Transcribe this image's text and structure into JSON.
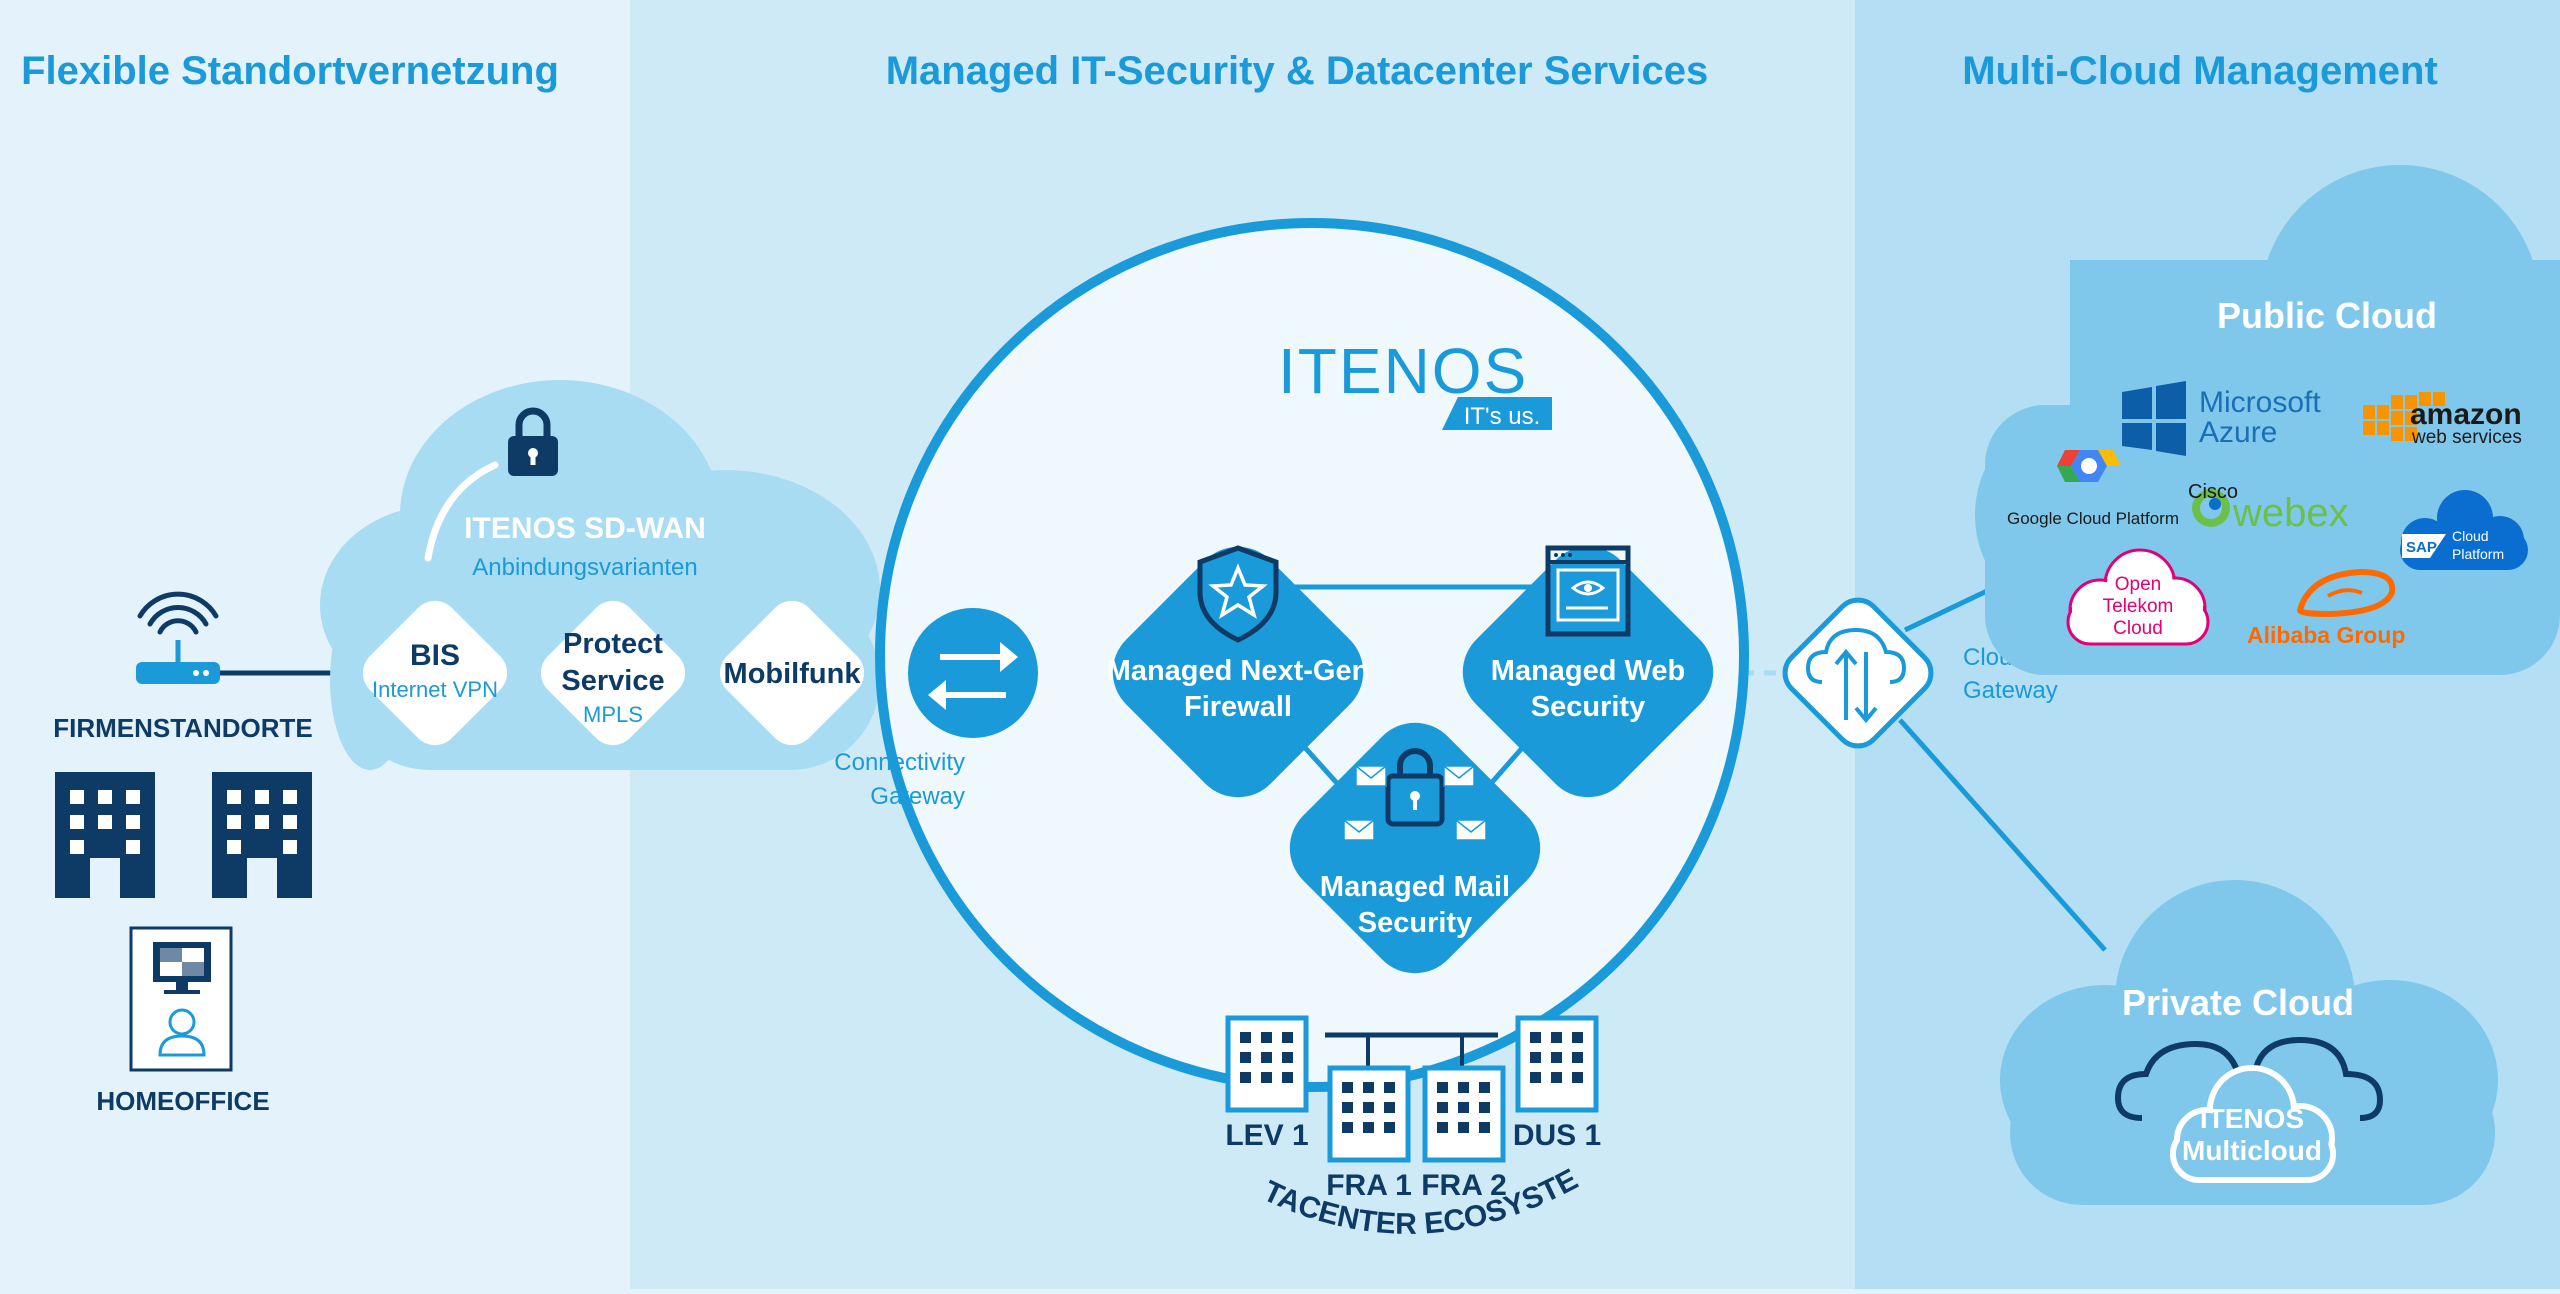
{
  "sections": {
    "left_title": "Flexible Standortvernetzung",
    "center_title": "Managed IT-Security & Datacenter Services",
    "right_title": "Multi-Cloud Management"
  },
  "sdwan": {
    "title": "ITENOS SD-WAN",
    "subtitle": "Anbindungsvarianten",
    "options": [
      {
        "title": "BIS",
        "subtitle": "Internet VPN"
      },
      {
        "title_line1": "Protect",
        "title_line2": "Service",
        "subtitle": "MPLS"
      },
      {
        "title": "Mobilfunk"
      }
    ]
  },
  "sites": {
    "firmenstandorte": "FIRMENSTANDORTE",
    "homeoffice": "HOMEOFFICE"
  },
  "connectivity_gateway": {
    "line1": "Connectivity",
    "line2": "Gateway"
  },
  "brand": {
    "name": "ITENOS",
    "tagline": "IT's us."
  },
  "services": [
    {
      "line1": "Managed Next-Gen",
      "line2": "Firewall"
    },
    {
      "line1": "Managed Web",
      "line2": "Security"
    },
    {
      "line1": "Managed Mail",
      "line2": "Security"
    }
  ],
  "datacenters": {
    "sites": [
      "LEV 1",
      "FRA 1",
      "FRA 2",
      "DUS 1"
    ],
    "ecosystem_label": "DATACENTER ECOSYSTEM"
  },
  "cloud_gateway": {
    "line1": "Cloud",
    "line2": "Gateway"
  },
  "public_cloud": {
    "title": "Public Cloud",
    "providers": {
      "microsoft": {
        "line1": "Microsoft",
        "line2": "Azure"
      },
      "amazon": {
        "line1": "amazon",
        "line2": "web services"
      },
      "google": "Google Cloud Platform",
      "cisco": {
        "line1": "Cisco",
        "line2": "webex"
      },
      "sap": {
        "badge": "SAP",
        "line1": "Cloud",
        "line2": "Platform"
      },
      "telekom": {
        "line1": "Open",
        "line2": "Telekom",
        "line3": "Cloud"
      },
      "alibaba": "Alibaba Group"
    }
  },
  "private_cloud": {
    "title": "Private Cloud",
    "inner_line1": "ITENOS",
    "inner_line2": "Multicloud"
  },
  "colors": {
    "primary_blue": "#1a9ad9",
    "navy": "#0d3b66",
    "panel_left": "#e4f3fb",
    "panel_center": "#cfeaf7",
    "panel_right": "#b3def3",
    "cloud_fill": "#9dd4ef",
    "amazon_orange": "#f79400",
    "alibaba_orange": "#ff6a00",
    "telekom_magenta": "#e20074",
    "webex_green": "#6cc04a",
    "sap_blue": "#0a6ed1"
  }
}
